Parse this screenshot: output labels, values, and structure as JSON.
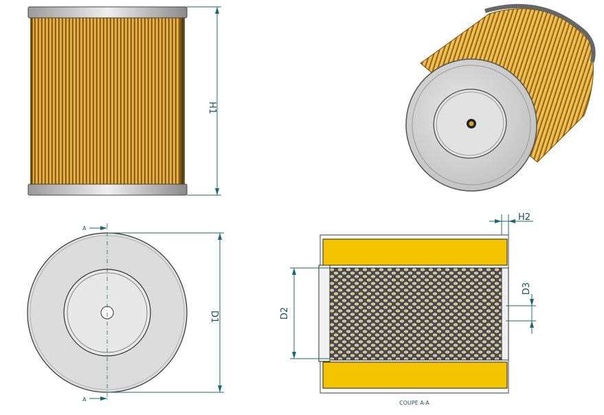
{
  "labels": {
    "h1": "H1",
    "h2": "H2",
    "d1": "D1",
    "d2": "D2",
    "d3": "D3",
    "section_a_top": "A",
    "section_a_bottom": "A",
    "section_title": "COUPE A-A"
  },
  "colors": {
    "pleat_light": "#e8b340",
    "pleat_dark": "#8a5a10",
    "yellow_fill": "#f5c400",
    "cap_grey": "#c8c8c8",
    "mesh_dark": "#3c3c3c",
    "dim_color": "#1a6a74"
  }
}
